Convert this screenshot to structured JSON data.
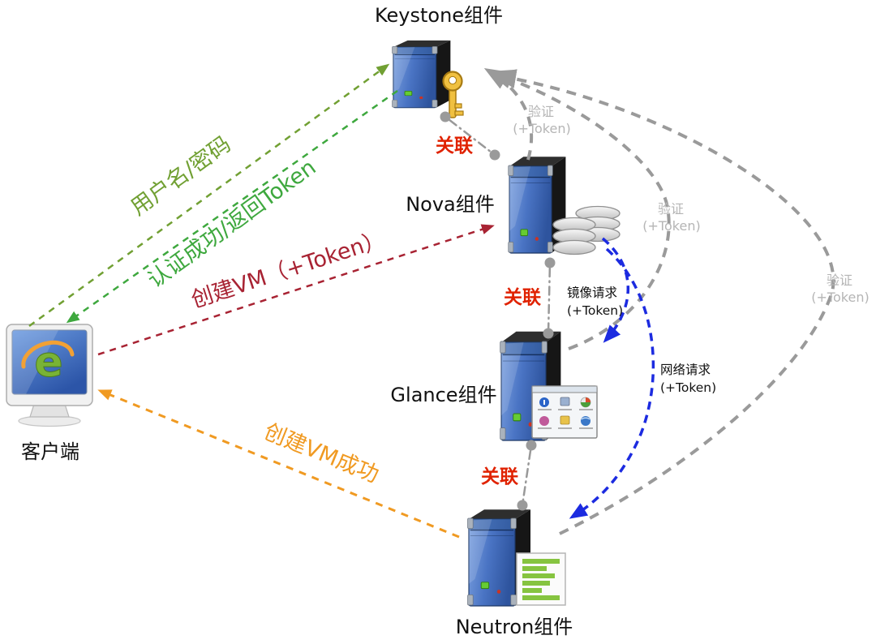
{
  "nodes": {
    "keystone": {
      "label": "Keystone组件"
    },
    "nova": {
      "label": "Nova组件"
    },
    "glance": {
      "label": "Glance组件"
    },
    "neutron": {
      "label": "Neutron组件"
    },
    "client": {
      "label": "客户端"
    }
  },
  "edges": {
    "username_password": {
      "from": "client",
      "to": "keystone",
      "label": "用户名/密码",
      "color": "#71a033",
      "style": "dashed"
    },
    "auth_success": {
      "from": "keystone",
      "to": "client",
      "label": "认证成功/返回Token",
      "color": "#3ea83e",
      "style": "dashed"
    },
    "create_vm": {
      "from": "client",
      "to": "nova",
      "label": "创建VM（+Token）",
      "color": "#a82333",
      "style": "dashed"
    },
    "create_vm_success": {
      "from": "neutron",
      "to": "client",
      "label": "创建VM成功",
      "color": "#f09a22",
      "style": "dashed"
    },
    "image_request": {
      "from": "nova",
      "to": "glance",
      "label_line1": "镜像请求",
      "label_line2": "(+Token)",
      "color": "#1c2be0",
      "label_color": "#111111",
      "style": "dashed"
    },
    "network_request": {
      "from": "nova",
      "to": "neutron",
      "label_line1": "网络请求",
      "label_line2": "(+Token)",
      "color": "#1c2be0",
      "label_color": "#111111",
      "style": "dashed"
    },
    "verify": {
      "to": "keystone",
      "from_nodes": [
        "nova",
        "glance",
        "neutron"
      ],
      "label_line1": "验证",
      "label_line2": "(+Token)",
      "color": "#9a9a9a",
      "label_color": "#b5b5b5",
      "style": "dashed"
    },
    "association": {
      "pairs": [
        [
          "keystone",
          "nova"
        ],
        [
          "nova",
          "glance"
        ],
        [
          "glance",
          "neutron"
        ]
      ],
      "label": "关联",
      "color": "#e02200",
      "line_color": "#999999",
      "style": "dash-dot"
    }
  },
  "icons": {
    "ie_logo_glyph": "e",
    "keystone_badge": "key-icon",
    "nova_badge": "database-icon",
    "glance_badge": "control-panel-icon",
    "neutron_badge": "document-icon",
    "client_icon": "monitor-icon"
  },
  "colors": {
    "background": "#ffffff",
    "node_label": "#111111",
    "server_front": "#4a74c4",
    "server_side": "#161616"
  }
}
